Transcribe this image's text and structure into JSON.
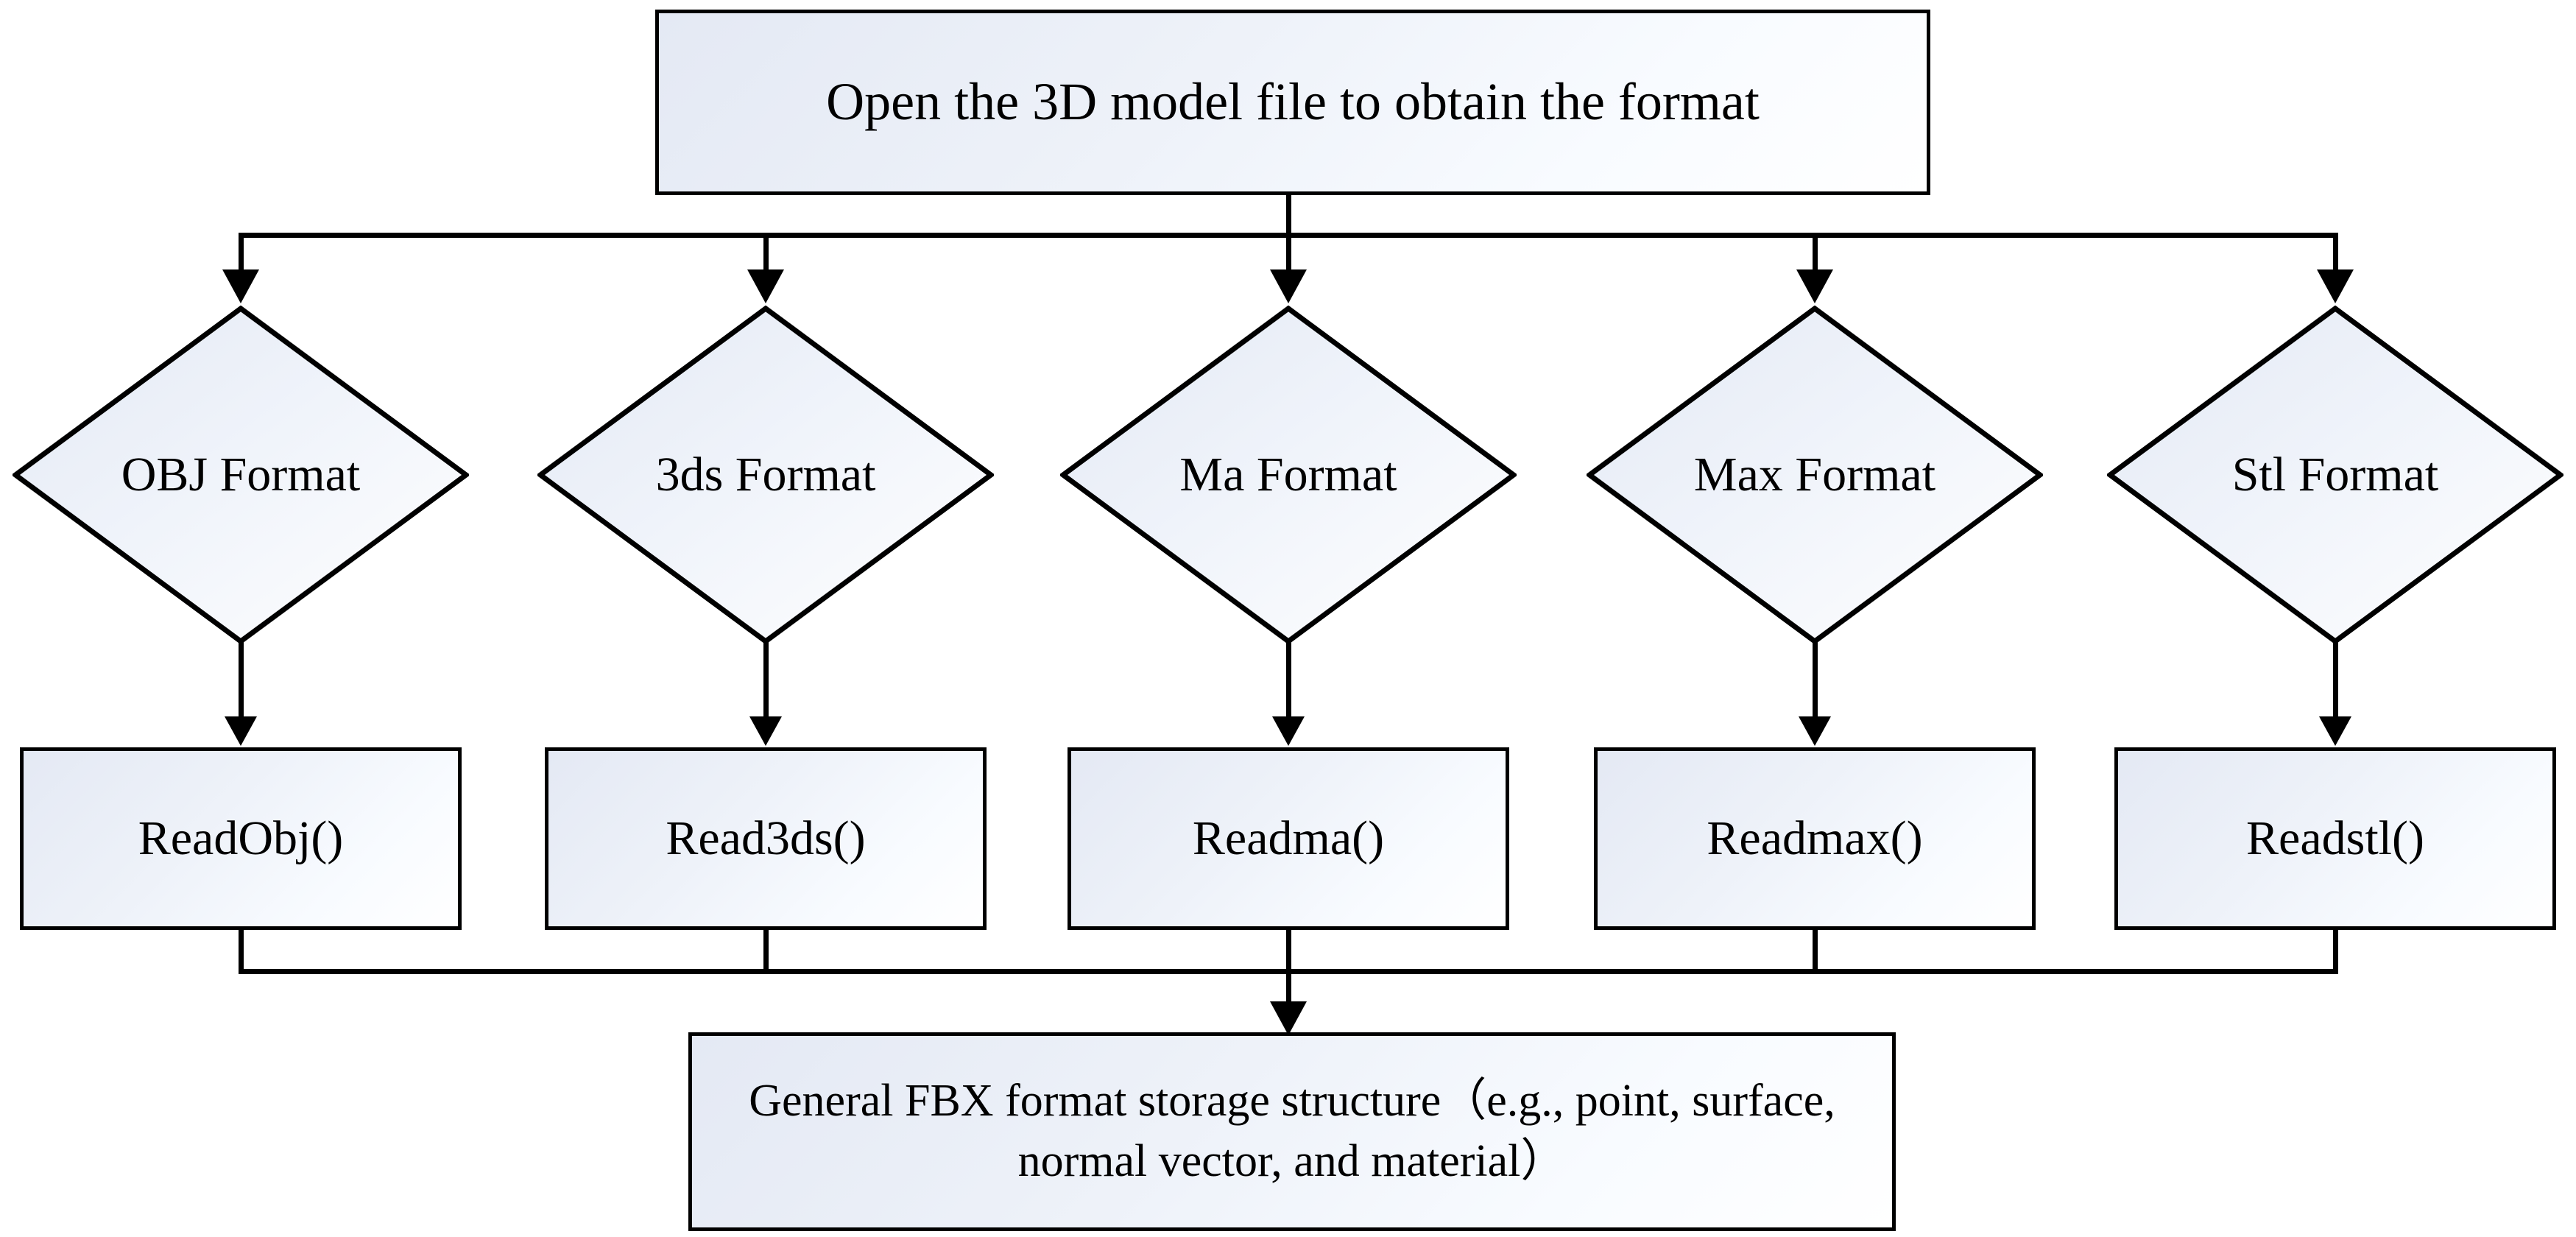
{
  "diagram": {
    "title": "3D model file format parsing flowchart",
    "type": "flowchart",
    "start": {
      "id": "open-file",
      "shape": "process",
      "label": "Open the 3D model file to obtain the format"
    },
    "decisions": [
      {
        "id": "obj-format",
        "shape": "decision",
        "label": "OBJ Format"
      },
      {
        "id": "3ds-format",
        "shape": "decision",
        "label": "3ds Format"
      },
      {
        "id": "ma-format",
        "shape": "decision",
        "label": "Ma Format"
      },
      {
        "id": "max-format",
        "shape": "decision",
        "label": "Max Format"
      },
      {
        "id": "stl-format",
        "shape": "decision",
        "label": "Stl Format"
      }
    ],
    "readers": [
      {
        "id": "read-obj",
        "shape": "process",
        "label": "ReadObj()"
      },
      {
        "id": "read-3ds",
        "shape": "process",
        "label": "Read3ds()"
      },
      {
        "id": "read-ma",
        "shape": "process",
        "label": "Readma()"
      },
      {
        "id": "read-max",
        "shape": "process",
        "label": "Readmax()"
      },
      {
        "id": "read-stl",
        "shape": "process",
        "label": "Readstl()"
      }
    ],
    "end": {
      "id": "fbx-structure",
      "shape": "process",
      "label": "General FBX format storage structure（e.g., point, surface, normal vector, and material）"
    },
    "colors": {
      "stroke": "#000000",
      "fill_start": "#e4e9f4",
      "fill_end": "#ffffff",
      "text": "#000000",
      "background": "#ffffff"
    }
  }
}
